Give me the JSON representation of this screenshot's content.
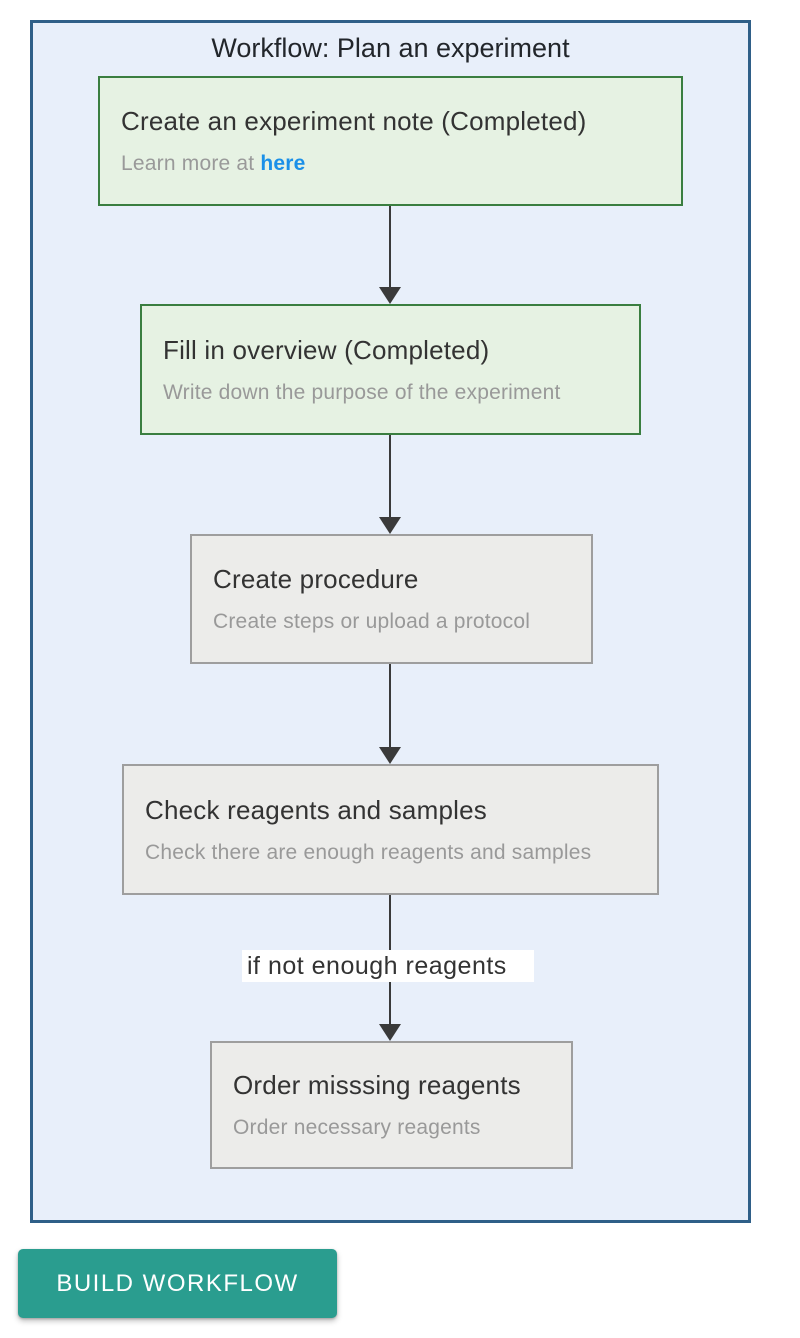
{
  "diagram": {
    "title": "Workflow: Plan an experiment",
    "canvas_bg": "#e8effa",
    "canvas_border": "#2f5f88",
    "nodes": [
      {
        "id": "create-experiment-note",
        "title": "Create an experiment note (Completed)",
        "subtitle_prefix": "Learn more at ",
        "link_text": "here",
        "status": "completed"
      },
      {
        "id": "fill-in-overview",
        "title": "Fill in overview (Completed)",
        "subtitle": "Write down the purpose of the experiment",
        "status": "completed"
      },
      {
        "id": "create-procedure",
        "title": "Create procedure",
        "subtitle": "Create steps or upload a protocol",
        "status": "pending"
      },
      {
        "id": "check-reagents",
        "title": "Check reagents and samples",
        "subtitle": "Check there are enough reagents and samples",
        "status": "pending"
      },
      {
        "id": "order-missing-reagents",
        "title": "Order misssing reagents",
        "subtitle": "Order necessary reagents",
        "status": "pending"
      }
    ],
    "edges": [
      {
        "from": "create-experiment-note",
        "to": "fill-in-overview"
      },
      {
        "from": "fill-in-overview",
        "to": "create-procedure"
      },
      {
        "from": "create-procedure",
        "to": "check-reagents"
      },
      {
        "from": "check-reagents",
        "to": "order-missing-reagents",
        "label": "if not enough reagents"
      }
    ],
    "colors": {
      "completed_fill": "#e6f2e3",
      "completed_border": "#3a7e40",
      "pending_fill": "#ececea",
      "pending_border": "#9e9e9e",
      "node_title": "#333333",
      "node_subtitle": "#999999",
      "link_blue": "#1b90e8",
      "arrow": "#3a3a3a"
    }
  },
  "footer": {
    "build_button_label": "BUILD WORKFLOW",
    "build_button_color": "#2a9d8f"
  }
}
